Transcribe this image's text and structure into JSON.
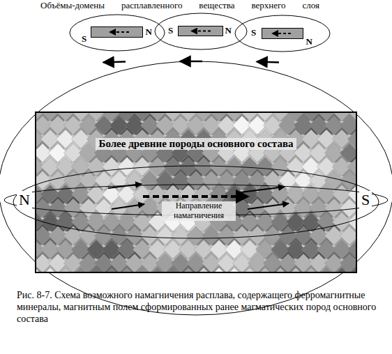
{
  "diagram": {
    "caption": "Рис. 8-7. Схема возможного намагничения расплава, содержащего ферромагнитные минералы, магнитным полем сформированных ранее магматических пород основного состава",
    "nodes": [
      {
        "text": [
          "S",
          "N"
        ]
      },
      {
        "text": [
          "S",
          "N"
        ]
      },
      {
        "text": [
          "S",
          "N"
        ]
      },
      {
        "text": [
          "Более древние породы основного состава",
          "Направление намагничения"
        ]
      }
    ],
    "labels": [
      "Объёмы-домены расплавленного вещества верхнего слоя",
      "N",
      "S"
    ]
  }
}
